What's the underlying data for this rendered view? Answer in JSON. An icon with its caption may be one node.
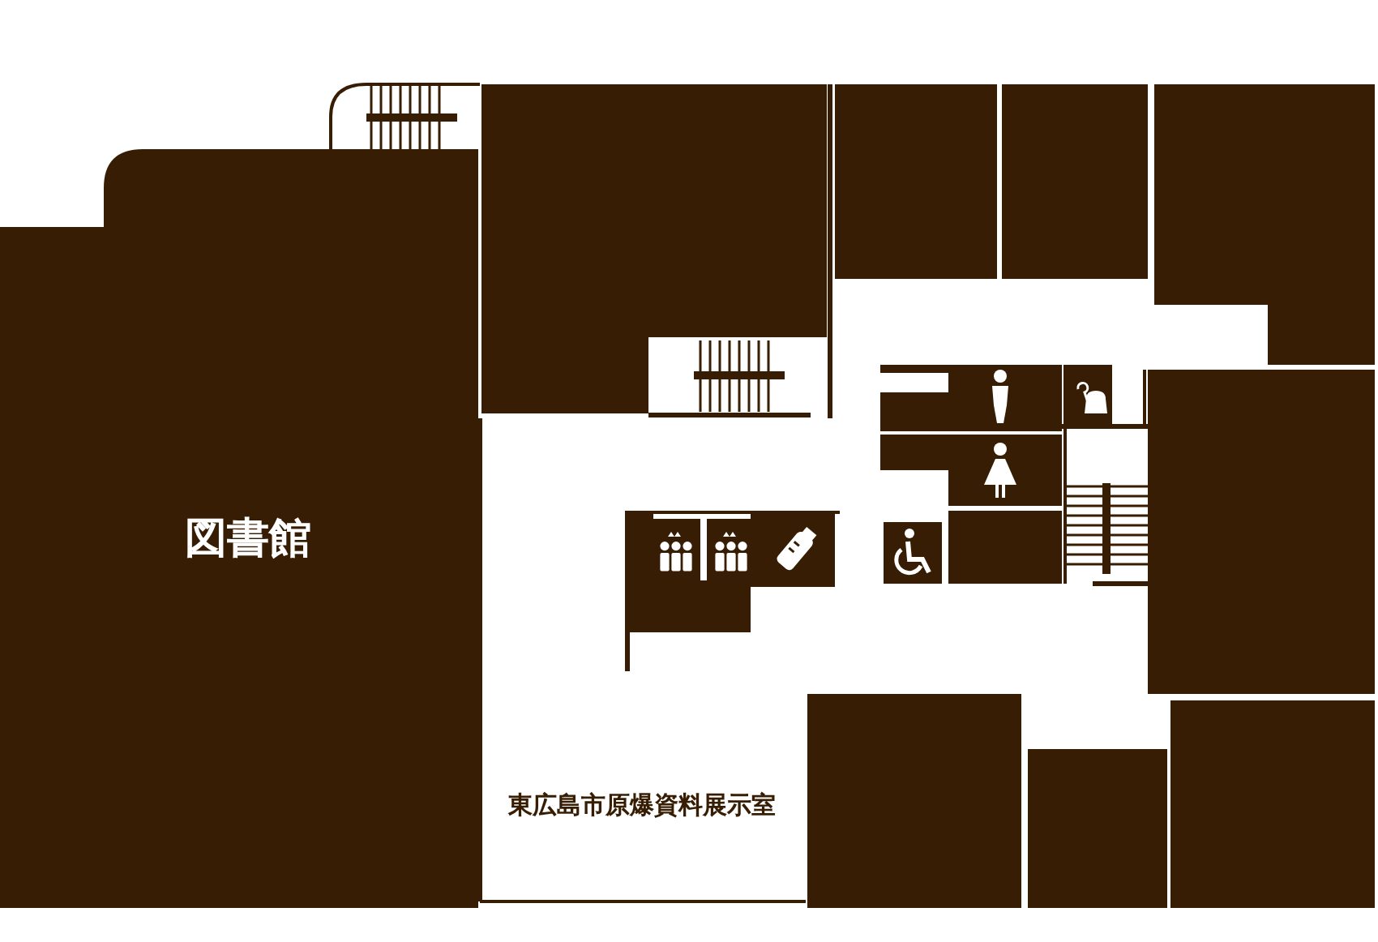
{
  "diagram": {
    "nodes": [
      {
        "text": [
          "図書館"
        ]
      },
      {
        "text": [
          "東広島市原爆資料展示室"
        ]
      },
      {
        "text": [],
        "shape": "box"
      },
      {
        "text": [],
        "shape": "box"
      },
      {
        "text": [],
        "shape": "box"
      },
      {
        "text": [],
        "shape": "box"
      },
      {
        "text": [],
        "shape": "box"
      },
      {
        "text": [],
        "shape": "box"
      },
      {
        "text": [],
        "shape": "box"
      },
      {
        "text": [],
        "shape": "box"
      }
    ]
  }
}
